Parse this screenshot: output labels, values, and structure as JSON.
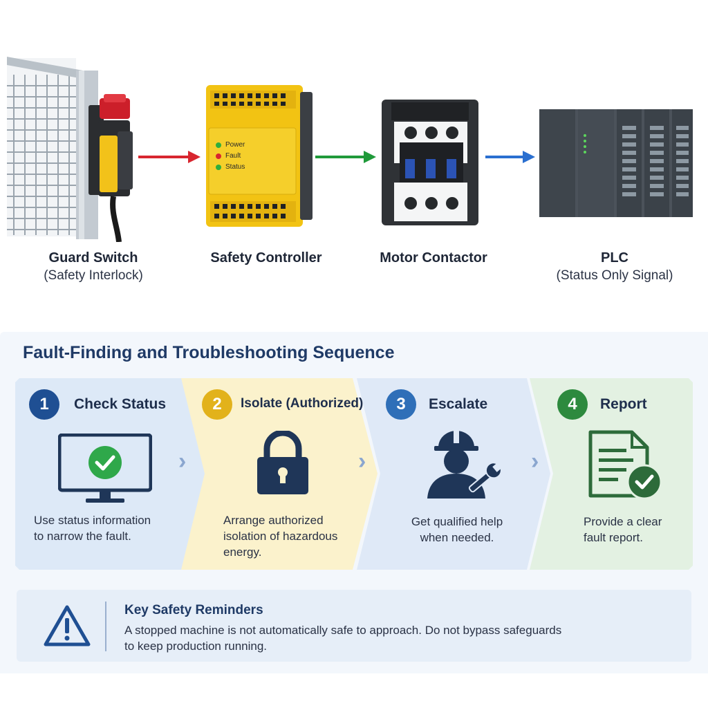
{
  "devices": [
    {
      "name": "Guard Switch",
      "sub": "(Safety Interlock)",
      "icon": "guard-switch-icon"
    },
    {
      "name": "Safety Controller",
      "sub": "",
      "icon": "safety-controller-icon",
      "leds": [
        "Power",
        "Fault",
        "Status"
      ]
    },
    {
      "name": "Motor Contactor",
      "sub": "",
      "icon": "motor-contactor-icon"
    },
    {
      "name": "PLC",
      "sub": "(Status Only Signal)",
      "icon": "plc-icon"
    }
  ],
  "arrow_colors": [
    "#d8262f",
    "#1f9a3a",
    "#2a6fd0"
  ],
  "sequence": {
    "title": "Fault-Finding and Troubleshooting Sequence",
    "steps": [
      {
        "number": "1",
        "title": "Check Status",
        "desc_lines": [
          "Use status information",
          "to narrow the fault."
        ],
        "color": "#1f4f93",
        "bg": "#dde9f7",
        "icon": "monitor-check-icon"
      },
      {
        "number": "2",
        "title": "Isolate (Authorized)",
        "desc_lines": [
          "Arrange authorized",
          "isolation of hazardous",
          "energy."
        ],
        "color": "#e2b21b",
        "bg": "#fbf2cc",
        "icon": "padlock-icon"
      },
      {
        "number": "3",
        "title": "Escalate",
        "desc_lines": [
          "Get qualified help",
          "when needed."
        ],
        "color": "#2f6fb8",
        "bg": "#dfe9f7",
        "icon": "technician-wrench-icon"
      },
      {
        "number": "4",
        "title": "Report",
        "desc_lines": [
          "Provide a clear",
          "fault report."
        ],
        "color": "#2d8a3e",
        "bg": "#e3f1e2",
        "icon": "report-check-icon"
      }
    ]
  },
  "reminder": {
    "title": "Key Safety Reminders",
    "text_lines": [
      "A stopped machine is not automatically safe to approach. Do not bypass safeguards",
      "to keep production running."
    ],
    "icon": "warning-triangle-icon"
  }
}
